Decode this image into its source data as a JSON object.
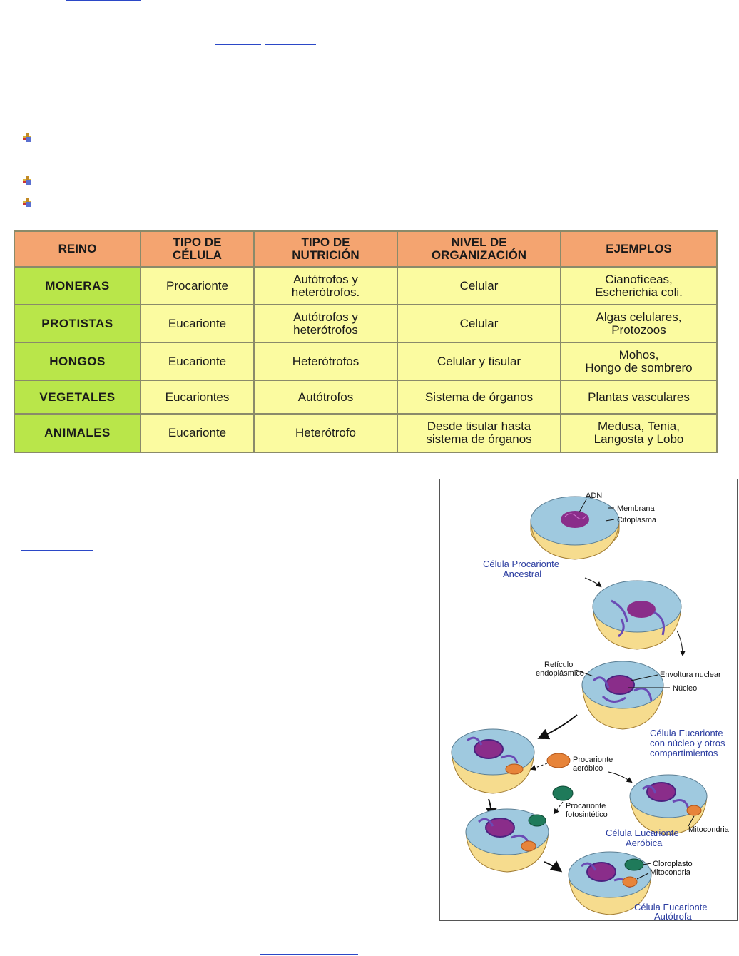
{
  "table": {
    "headers": [
      [
        "REINO"
      ],
      [
        "TIPO DE",
        "CÉLULA"
      ],
      [
        "TIPO DE",
        "NUTRICIÓN"
      ],
      [
        "NIVEL DE",
        "ORGANIZACIÓN"
      ],
      [
        "EJEMPLOS"
      ]
    ],
    "rows": [
      {
        "reino": "MONERAS",
        "celula": [
          "Procarionte"
        ],
        "nutricion": [
          "Autótrofos y",
          "heterótrofos."
        ],
        "nivel": [
          "Celular"
        ],
        "ejemplos": [
          "Cianofíceas,",
          "Escherichia coli."
        ]
      },
      {
        "reino": "PROTISTAS",
        "celula": [
          "Eucarionte"
        ],
        "nutricion": [
          "Autótrofos y",
          "heterótrofos"
        ],
        "nivel": [
          "Celular"
        ],
        "ejemplos": [
          "Algas celulares,",
          "Protozoos"
        ]
      },
      {
        "reino": "HONGOS",
        "celula": [
          "Eucarionte"
        ],
        "nutricion": [
          "Heterótrofos"
        ],
        "nivel": [
          "Celular y tisular"
        ],
        "ejemplos": [
          "Mohos,",
          "Hongo de sombrero"
        ]
      },
      {
        "reino": "VEGETALES",
        "celula": [
          "Eucariontes"
        ],
        "nutricion": [
          "Autótrofos"
        ],
        "nivel": [
          "Sistema de órganos"
        ],
        "ejemplos": [
          "Plantas vasculares"
        ]
      },
      {
        "reino": "ANIMALES",
        "celula": [
          "Eucarionte"
        ],
        "nutricion": [
          "Heterótrofo"
        ],
        "nivel": [
          "Desde tisular hasta",
          "sistema de  órganos"
        ],
        "ejemplos": [
          "Medusa, Tenia,",
          "Langosta y Lobo"
        ]
      }
    ]
  },
  "figure": {
    "labels": {
      "adn": "ADN",
      "membrana": "Membrana",
      "citoplasma": "Citoplasma",
      "reticulo_1": "Retículo",
      "reticulo_2": "endoplásmico",
      "envoltura": "Envoltura nuclear",
      "nucleo": "Núcleo",
      "aerobico_1": "Procarionte",
      "aerobico_2": "aeróbico",
      "fotosint_1": "Procarionte",
      "fotosint_2": "fotosintético",
      "mitocondria_1": "Mitocondria",
      "cloroplasto": "Cloroplasto",
      "mitocondria_2": "Mitocondria"
    },
    "captions": {
      "ancestral_1": "Célula Procarionte",
      "ancestral_2": "Ancestral",
      "nucleo_1": "Célula Eucarionte",
      "nucleo_2": "con núcleo y otros",
      "nucleo_3": "compartimientos",
      "aerobica_1": "Célula Eucarionte",
      "aerobica_2": "Aeróbica",
      "autotrofa_1": "Célula Eucarionte",
      "autotrofa_2": "Autótrofa"
    }
  },
  "colors": {
    "header_bg": "#f4a470",
    "rowhead_bg": "#b9e64a",
    "cell_bg": "#fbfba0",
    "link": "#2b48c7",
    "caption": "#2a3ca0"
  }
}
